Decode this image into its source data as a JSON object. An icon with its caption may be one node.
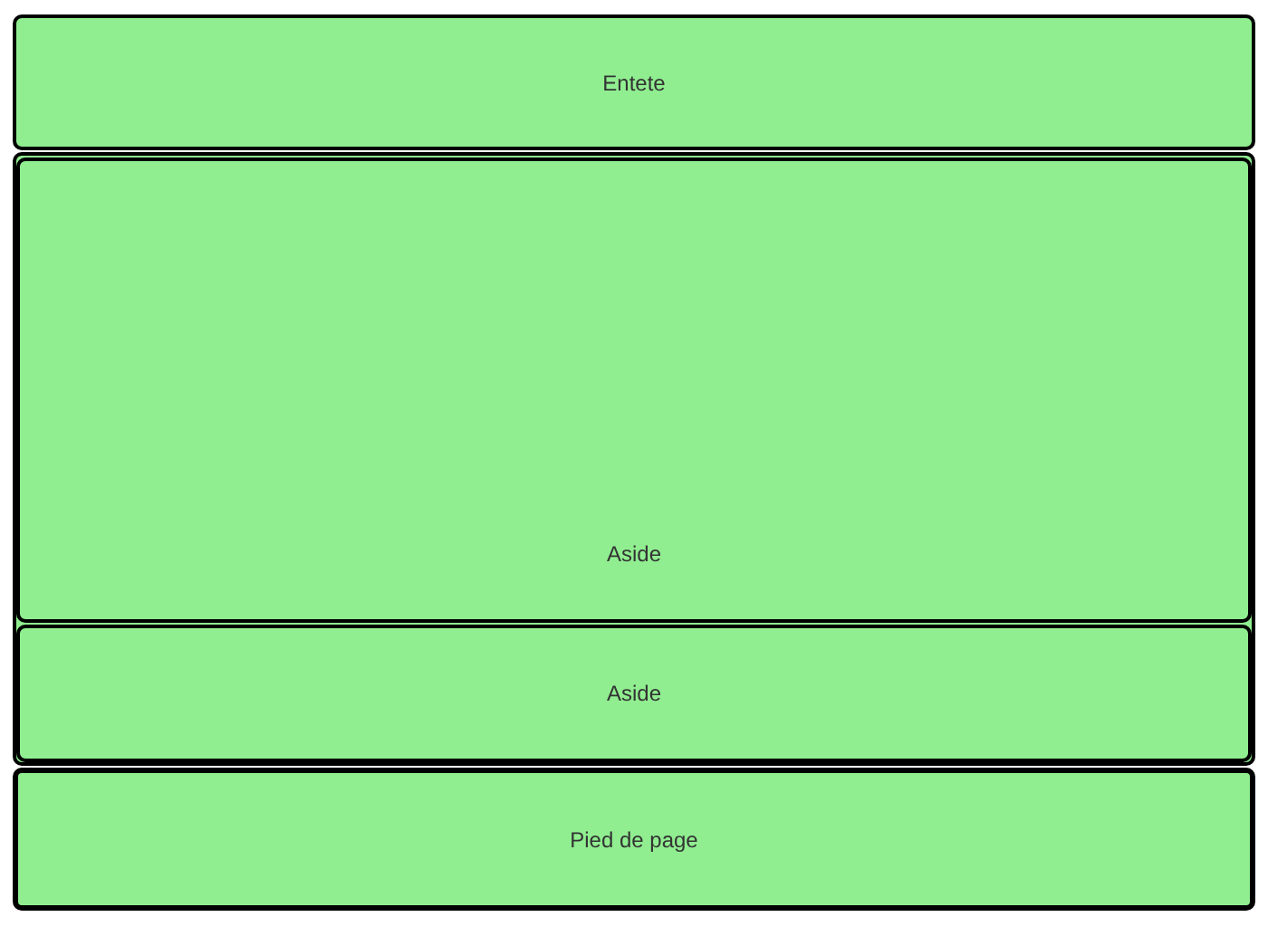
{
  "diagram": {
    "nodes": [
      {
        "text": [
          "Entete"
        ]
      },
      {
        "text": [],
        "shape": "box"
      },
      {
        "text": [
          "Aside"
        ],
        "in": 1
      },
      {
        "text": [
          "Aside"
        ],
        "in": 1
      },
      {
        "text": [
          "Pied de page"
        ]
      }
    ]
  }
}
